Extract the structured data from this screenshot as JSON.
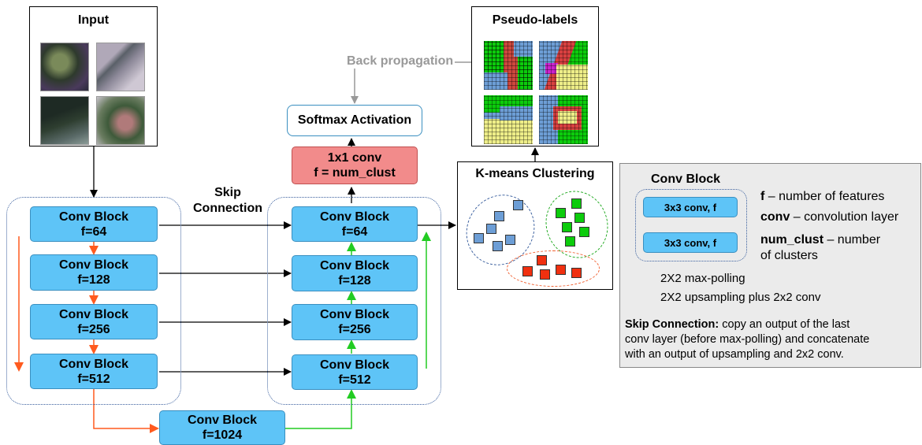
{
  "input": {
    "title": "Input"
  },
  "pseudo": {
    "title": "Pseudo-labels"
  },
  "backprop": {
    "label": "Back propagation"
  },
  "softmax": {
    "label": "Softmax Activation"
  },
  "conv1x1": {
    "line1": "1x1 conv",
    "line2": "f = num_clust"
  },
  "skip": {
    "line1": "Skip",
    "line2": "Connection"
  },
  "kmeans": {
    "title": "K-means Clustering"
  },
  "encoder": [
    {
      "title": "Conv Block",
      "f": "f=64"
    },
    {
      "title": "Conv Block",
      "f": "f=128"
    },
    {
      "title": "Conv Block",
      "f": "f=256"
    },
    {
      "title": "Conv Block",
      "f": "f=512"
    }
  ],
  "bottleneck": {
    "title": "Conv Block",
    "f": "f=1024"
  },
  "decoder": [
    {
      "title": "Conv Block",
      "f": "f=64"
    },
    {
      "title": "Conv Block",
      "f": "f=128"
    },
    {
      "title": "Conv Block",
      "f": "f=256"
    },
    {
      "title": "Conv Block",
      "f": "f=512"
    }
  ],
  "legend": {
    "title": "Conv Block",
    "conv_a": "3x3 conv, f",
    "conv_b": "3x3 conv, f",
    "f_term": "f",
    "f_def": " – number of features",
    "conv_term": "conv",
    "conv_def": " – convolution layer",
    "nc_term": "num_clust",
    "nc_def": " – number",
    "nc_def2": "of clusters",
    "maxpool": "2X2 max-polling",
    "upsample": "2X2 upsampling plus 2x2 conv",
    "skip_term": "Skip Connection:",
    "skip_def1": " copy an output of the last",
    "skip_def2": "conv layer (before max-polling) and concatenate",
    "skip_def3": "with an output of upsampling and 2x2 conv."
  },
  "colors": {
    "conv_fill": "#5ec4f7",
    "conv1x1_fill": "#f28b8b",
    "maxpool_arrow": "#ff5a1e",
    "upsample_arrow": "#22cc22",
    "cluster_blue": "#6d9ed6",
    "cluster_green": "#0ccc0c",
    "cluster_red": "#f03010"
  }
}
